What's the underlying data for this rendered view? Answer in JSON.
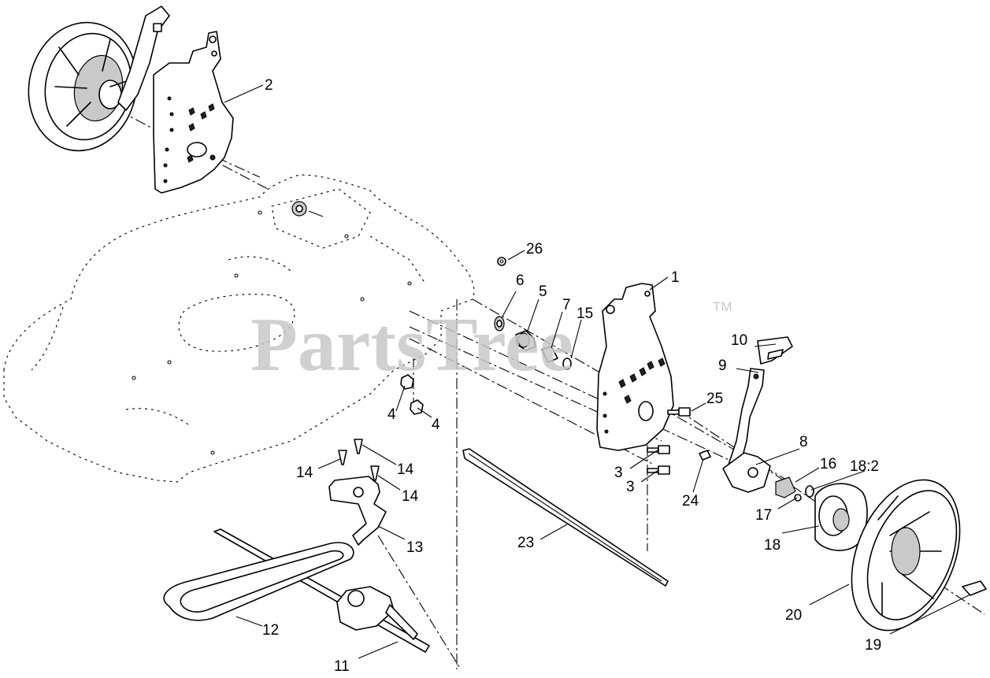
{
  "watermark": {
    "brand": "PartsTree",
    "trademark": "TM"
  },
  "callouts": {
    "c1": "1",
    "c2": "2",
    "c3a": "3",
    "c3b": "3",
    "c4a": "4",
    "c4b": "4",
    "c5": "5",
    "c6": "6",
    "c7": "7",
    "c8": "8",
    "c9": "9",
    "c10": "10",
    "c11": "11",
    "c12": "12",
    "c13": "13",
    "c14a": "14",
    "c14b": "14",
    "c14c": "14",
    "c15": "15",
    "c16": "16",
    "c17": "17",
    "c18": "18",
    "c18_2": "18:2",
    "c19": "19",
    "c20": "20",
    "c23": "23",
    "c24": "24",
    "c25": "25",
    "c26": "26"
  }
}
